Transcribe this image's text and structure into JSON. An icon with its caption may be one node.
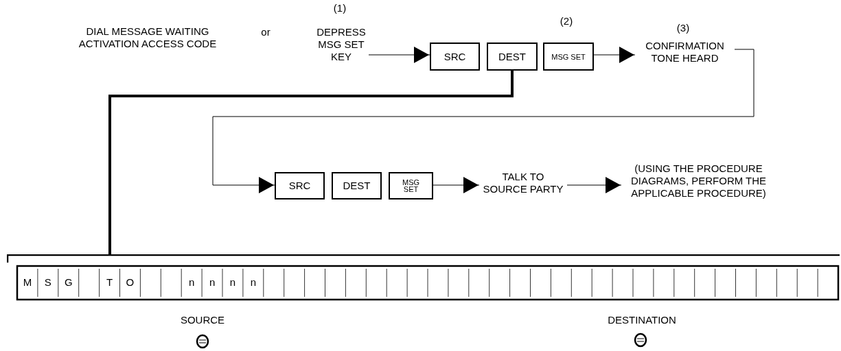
{
  "diagram": {
    "nodes": [
      {
        "text": [
          "DIAL MESSAGE WAITING ACTIVATION ACCESS CODE"
        ]
      },
      {
        "text": [
          "DEPRESS MSG SET KEY"
        ],
        "beside": [
          "(1)"
        ]
      },
      {
        "text": [
          "SRC"
        ]
      },
      {
        "text": [
          "DEST"
        ]
      },
      {
        "text": [
          "MSG SET"
        ],
        "beside": [
          "(2)"
        ]
      },
      {
        "text": [
          "CONFIRMATION TONE HEARD"
        ],
        "beside": [
          "(3)"
        ]
      },
      {
        "text": [
          "SRC"
        ]
      },
      {
        "text": [
          "DEST"
        ]
      },
      {
        "text": [
          "MSG SET"
        ]
      },
      {
        "text": [
          "TALK TO SOURCE PARTY"
        ]
      },
      {
        "text": [
          "(USING THE PROCEDURE DIAGRAMS, PERFORM THE APPLICABLE PROCEDURE)"
        ]
      },
      {
        "text": [
          "M",
          "S",
          "G",
          "T",
          "O",
          "n",
          "n",
          "n",
          "n"
        ]
      }
    ],
    "edges": [
      {
        "from": 1,
        "to": 2,
        "arrow": "to"
      },
      {
        "from": 3,
        "to": 11,
        "arrow": "none",
        "style": "thick"
      },
      {
        "from": 4,
        "to": 5,
        "arrow": "to"
      },
      {
        "from": 5,
        "to": 6,
        "arrow": "to"
      },
      {
        "from": 8,
        "to": 9,
        "arrow": "to"
      },
      {
        "from": 9,
        "to": 10,
        "arrow": "to"
      }
    ],
    "labels": [
      "or",
      "SOURCE",
      "DESTINATION"
    ]
  }
}
